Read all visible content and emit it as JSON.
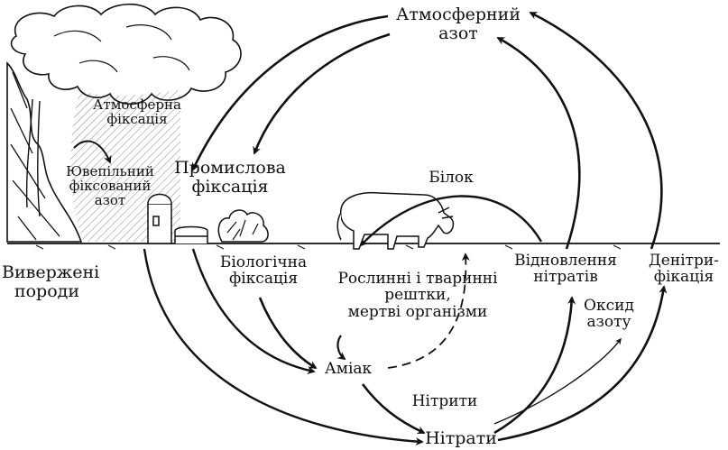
{
  "labels": {
    "atmospheric_nitrogen": {
      "line1": "Атмосферний",
      "line2": "азот"
    },
    "atmospheric_fixation": {
      "line1": "Атмосферна",
      "line2": "фіксація"
    },
    "juvenile_nitrogen": {
      "line1": "Ювепільний",
      "line2": "фіксований",
      "line3": "азот"
    },
    "industrial_fixation": {
      "line1": "Промислова",
      "line2": "фіксація"
    },
    "protein": "Білок",
    "erupted_rocks": {
      "line1": "Виверженi",
      "line2": "породи"
    },
    "biological_fixation": {
      "line1": "Біологічна",
      "line2": "фіксація"
    },
    "remains": {
      "line1": "Рослинні і тваринні",
      "line2": "рештки,",
      "line3": "мертві організми"
    },
    "nitrate_reduction": {
      "line1": "Відновлення",
      "line2": "нітратів"
    },
    "denitrification": {
      "line1": "Денітри-",
      "line2": "фікація"
    },
    "nitrogen_oxide": {
      "line1": "Оксид",
      "line2": "азоту"
    },
    "ammonia": "Аміак",
    "nitrites": "Нітрити",
    "nitrates": "Нітрати"
  },
  "colors": {
    "ink": "#111111",
    "background": "#ffffff"
  }
}
